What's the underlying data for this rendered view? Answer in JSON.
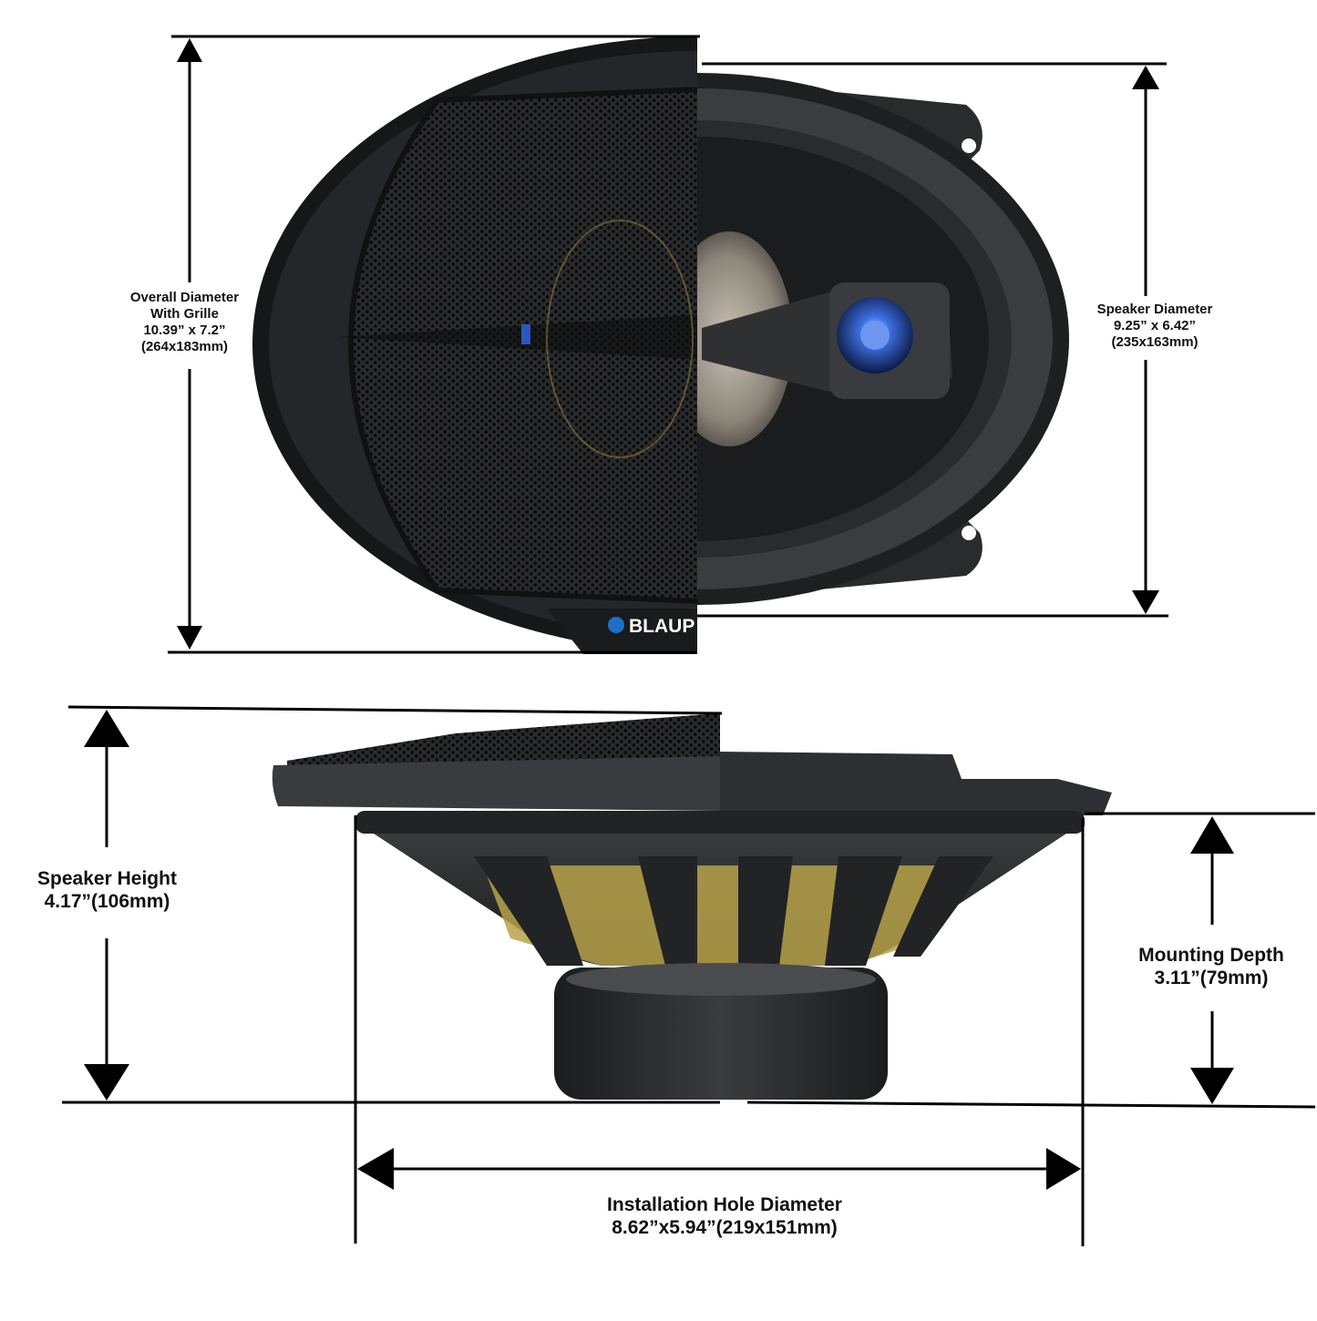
{
  "brand": {
    "logo_text": "BLAUP",
    "dot_color": "#1f6fc8",
    "tweeter_color": "#2d5fd6"
  },
  "dimensions": {
    "overall": {
      "line1": "Overall Diameter",
      "line2": "With Grille",
      "line3": "10.39” x 7.2”",
      "line4": "(264x183mm)"
    },
    "speaker_diameter": {
      "line1": "Speaker Diameter",
      "line2": "9.25” x 6.42”",
      "line3": "(235x163mm)"
    },
    "speaker_height": {
      "line1": "Speaker Height",
      "line2": "4.17”(106mm)"
    },
    "mounting_depth": {
      "line1": "Mounting Depth",
      "line2": "3.11”(79mm)"
    },
    "installation_hole": {
      "line1": "Installation Hole Diameter",
      "line2": "8.62”x5.94”(219x151mm)"
    }
  },
  "colors": {
    "speaker_body": "#2a2b2d",
    "speaker_dark": "#161718",
    "grille": "#1d1e20",
    "cone_yellow": "#b7a24a",
    "dimension_lines": "#000000"
  }
}
